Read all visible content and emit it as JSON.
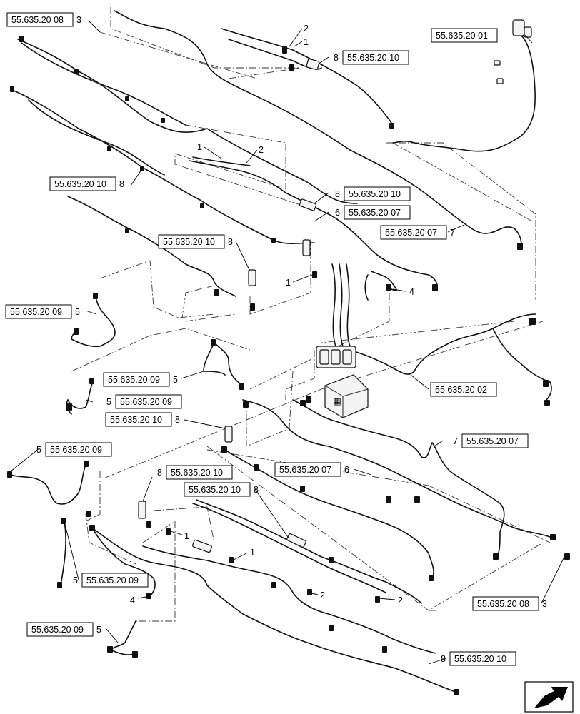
{
  "ref_labels": [
    {
      "text": "55.635.20 08",
      "item": "3"
    },
    {
      "text": "55.635.20 10",
      "item": "8"
    },
    {
      "text": "55.635.20 01",
      "item": ""
    },
    {
      "text": "55.635.20 10",
      "item": "8"
    },
    {
      "text": "55.635.20 10",
      "item": "8"
    },
    {
      "text": "55.635.20 07",
      "item": "6"
    },
    {
      "text": "55.635.20 07",
      "item": "7"
    },
    {
      "text": "55.635.20 10",
      "item": "8"
    },
    {
      "text": "55.635.20 09",
      "item": "5"
    },
    {
      "text": "55.635.20 09",
      "item": "5"
    },
    {
      "text": "55.635.20 09",
      "item": "5"
    },
    {
      "text": "55.635.20 10",
      "item": "8"
    },
    {
      "text": "55.635.20 02",
      "item": ""
    },
    {
      "text": "55.635.20 07",
      "item": "7"
    },
    {
      "text": "55.635.20 09",
      "item": "5"
    },
    {
      "text": "55.635.20 10",
      "item": "8"
    },
    {
      "text": "55.635.20 07",
      "item": "6"
    },
    {
      "text": "55.635.20 10",
      "item": "8"
    },
    {
      "text": "55.635.20 09",
      "item": "5"
    },
    {
      "text": "55.635.20 08",
      "item": "3"
    },
    {
      "text": "55.635.20 09",
      "item": "5"
    },
    {
      "text": "55.635.20 10",
      "item": "8"
    }
  ],
  "callouts": [
    "2",
    "1",
    "1",
    "2",
    "1",
    "4",
    "4",
    "1",
    "1",
    "2",
    "2"
  ]
}
